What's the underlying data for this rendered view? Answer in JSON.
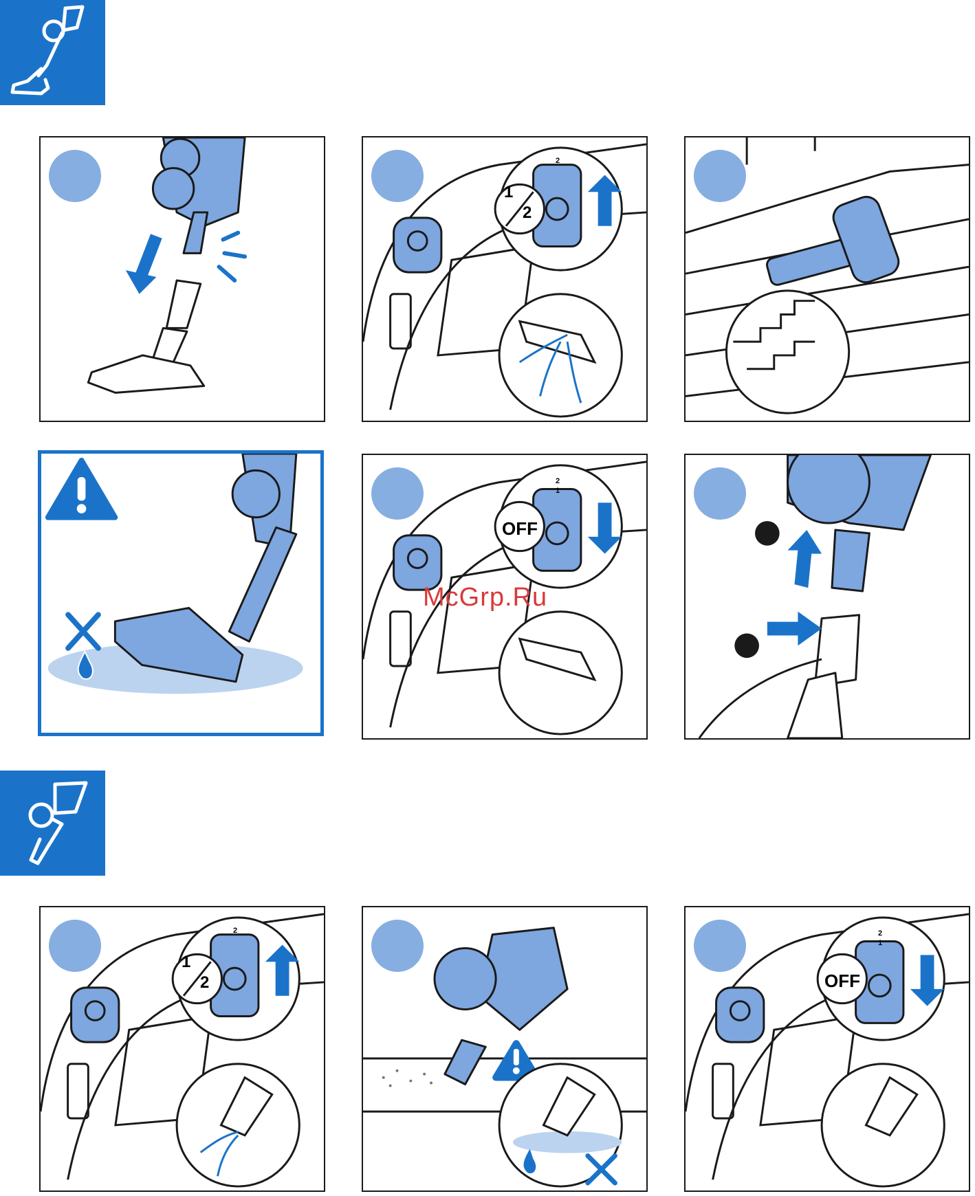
{
  "watermark": "McGrp.Ru",
  "badges": {
    "half": [
      "1",
      "2"
    ],
    "off": "OFF",
    "switch_top": "2",
    "switch_bottom": "1"
  },
  "colors": {
    "accent": "#1a73c9",
    "device": "#7ea6df",
    "step_dot": "#86aee0",
    "water": "#bcd3ef",
    "watermark": "#d83a3a"
  },
  "sections": [
    {
      "icon": "stick-vacuum-icon",
      "panels": 6
    },
    {
      "icon": "handheld-vacuum-icon",
      "panels": 3
    }
  ]
}
